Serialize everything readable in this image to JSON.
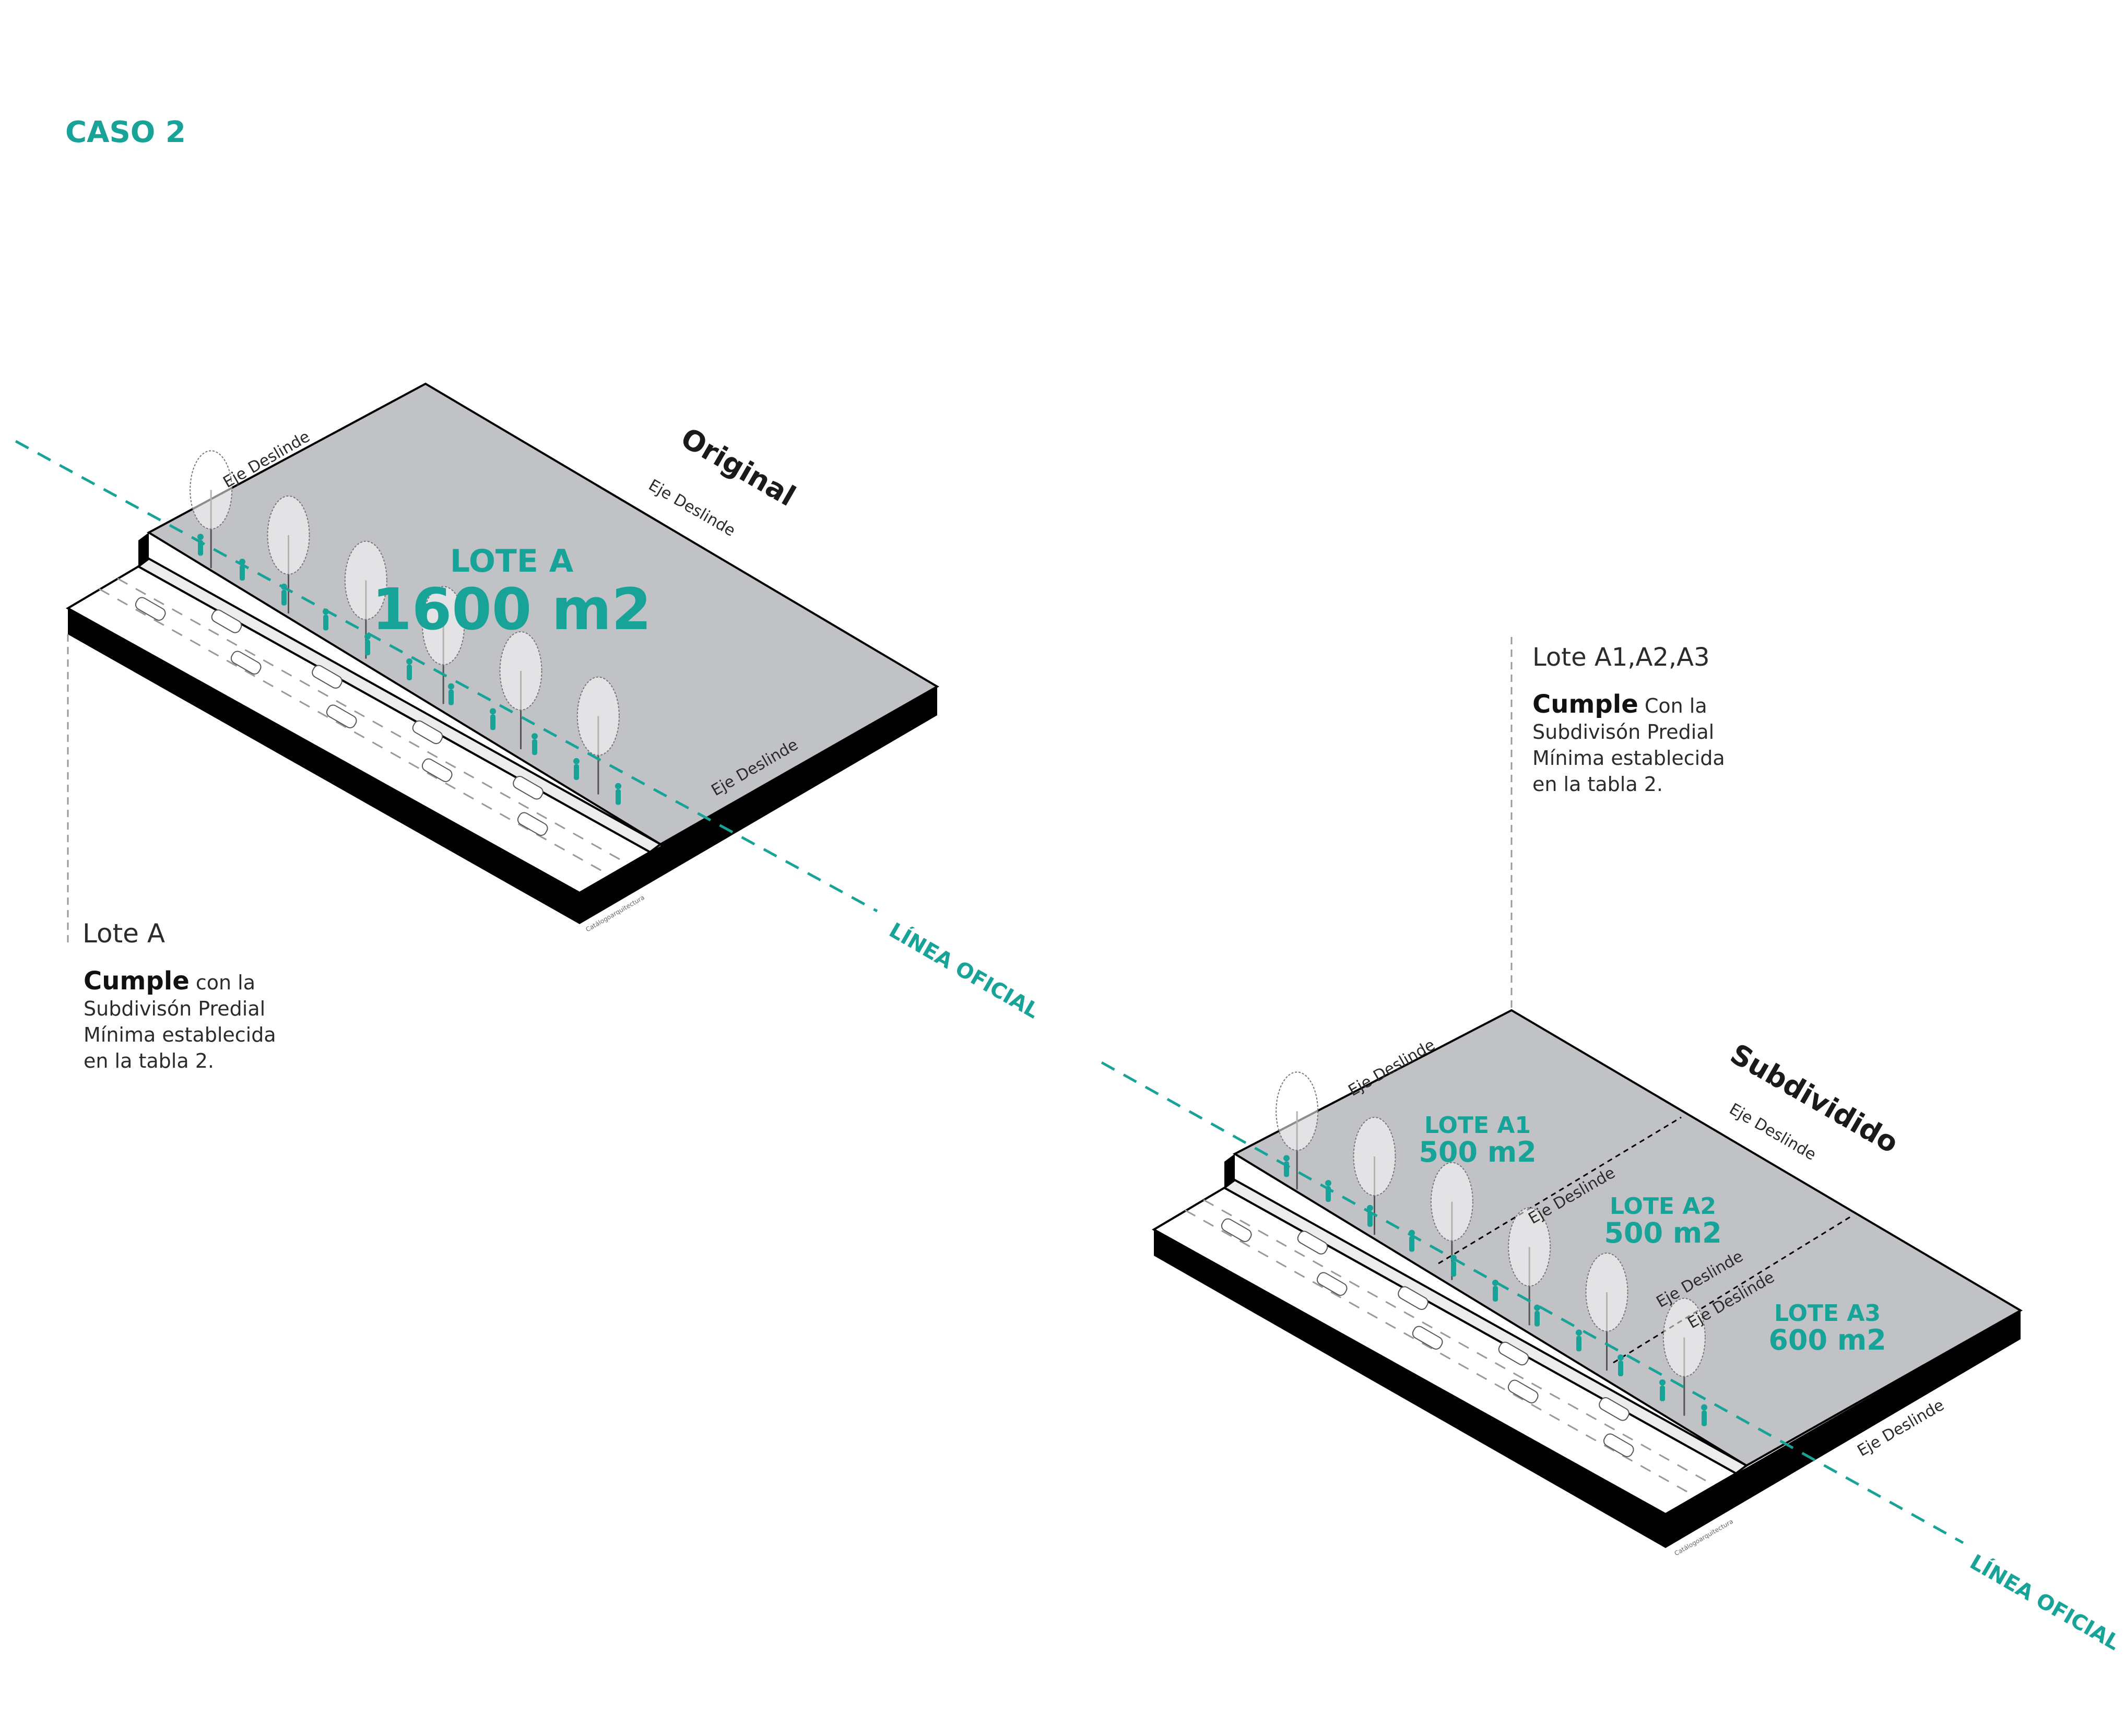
{
  "title": "CASO 2",
  "colors": {
    "accent": "#17a398",
    "lot_fill": "#c1c2c5",
    "base": "#000000",
    "street": "#ffffff",
    "sidewalk": "#ebebeb",
    "text": "#2b2b2b"
  },
  "original": {
    "heading": "Original",
    "lot_name": "LOTE A",
    "lot_area": "1600 m2",
    "eje_left": "Eje Deslinde",
    "eje_right": "Eje Deslinde",
    "eje_front": "Eje Deslinde",
    "linea": "LÍNEA OFICIAL",
    "credit": "Catálogoarquitectura",
    "note": {
      "title": "Lote A",
      "bold": "Cumple",
      "first": " con la",
      "lines": [
        "Subdivisón Predial",
        "Mínima establecida",
        "en la tabla 2."
      ]
    }
  },
  "subdividido": {
    "heading": "Subdividido",
    "lots": [
      {
        "name": "LOTE A1",
        "area": "500 m2"
      },
      {
        "name": "LOTE A2",
        "area": "500 m2"
      },
      {
        "name": "LOTE A3",
        "area": "600 m2"
      }
    ],
    "eje_left": "Eje Deslinde",
    "eje_right": "Eje Deslinde",
    "eje_div1": "Eje Deslinde",
    "eje_div2a": "Eje Deslinde",
    "eje_div2b": "Eje Deslinde",
    "eje_front": "Eje Deslinde",
    "linea": "LÍNEA OFICIAL",
    "credit": "Catálogoarquitectura",
    "note": {
      "title": "Lote  A1,A2,A3",
      "bold": "Cumple",
      "first": " Con la",
      "lines": [
        "Subdivisón Predial",
        "Mínima establecida",
        "en la tabla 2."
      ]
    }
  }
}
